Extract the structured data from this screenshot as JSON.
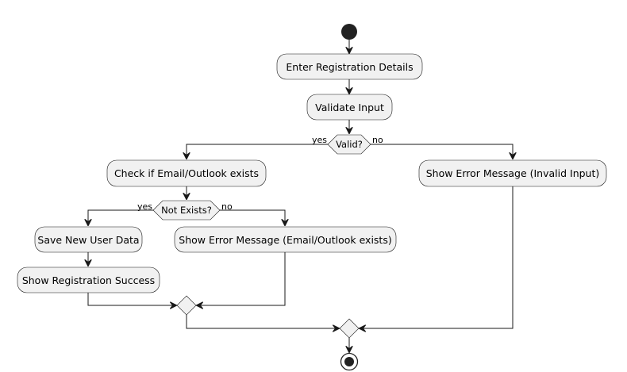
{
  "diagram": {
    "actions": {
      "enter_details": "Enter Registration Details",
      "validate_input": "Validate Input",
      "check_exists": "Check if Email/Outlook exists",
      "save_user": "Save New User Data",
      "show_success": "Show Registration Success",
      "error_exists": "Show Error Message (Email/Outlook exists)",
      "error_invalid": "Show Error Message (Invalid Input)"
    },
    "decisions": {
      "valid": {
        "label": "Valid?",
        "yes": "yes",
        "no": "no"
      },
      "not_exists": {
        "label": "Not Exists?",
        "yes": "yes",
        "no": "no"
      }
    }
  },
  "colors": {
    "node_fill": "#f1f1f1",
    "stroke": "#181818",
    "start_end": "#222222"
  }
}
